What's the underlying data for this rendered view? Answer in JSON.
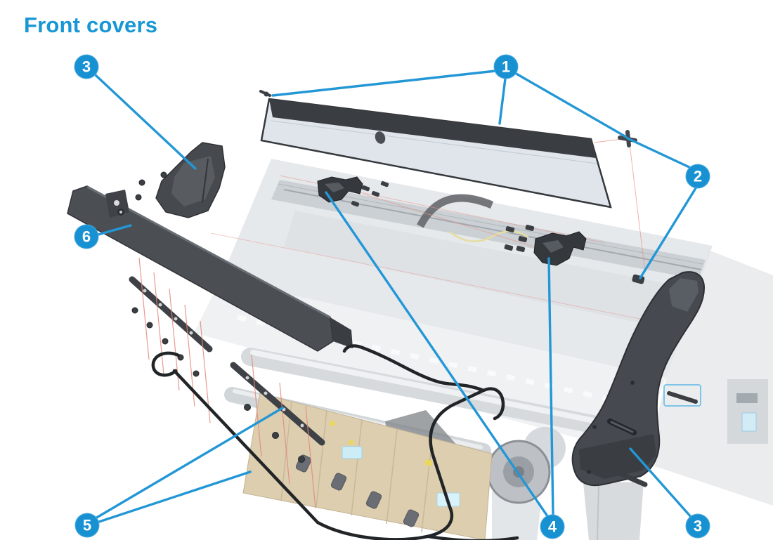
{
  "page": {
    "title": "Front covers"
  },
  "colors": {
    "accent_blue": "#1797d4",
    "leader_blue": "#2397d6",
    "alignment_red": "#e4887c",
    "dark_part": "#45494e",
    "body_gray": "#e4e7ea",
    "glass": "#dfe5ea",
    "cartridge_beige": "#dac9a7"
  },
  "callouts": [
    {
      "label": "1"
    },
    {
      "label": "2"
    },
    {
      "label": "3"
    },
    {
      "label": "3"
    },
    {
      "label": "4"
    },
    {
      "label": "5"
    },
    {
      "label": "6"
    }
  ]
}
